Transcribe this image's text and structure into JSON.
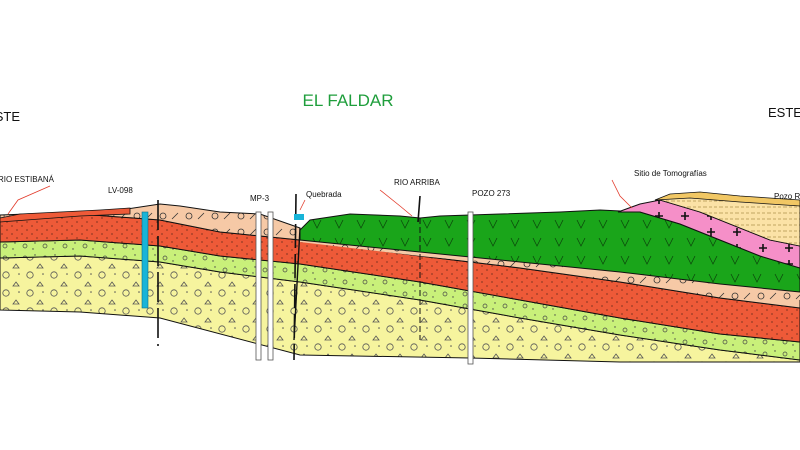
{
  "title": "EL FALDAR",
  "orientation": {
    "west": "OESTE",
    "east": "ESTE"
  },
  "labels": {
    "rio_estibana": "RIO ESTIBANÁ",
    "lv": "LV-098",
    "mp": "MP-3",
    "quebrada": "Quebrada",
    "rio_arriba": "RIO ARRIBA",
    "pozo_273": "POZO 273",
    "tomografias": "Sitio de Tomografías",
    "pozo_r": "Pozo R"
  },
  "colors": {
    "title": "#1f9e3c",
    "outline": "#111111",
    "leader": "#e23a2a",
    "blue_marker": "#18b4d8",
    "green_unit": "#1aa51a",
    "peach_unit": "#f6c9a6",
    "red_unit": "#ee5a38",
    "lightgreen_unit": "#c9f07a",
    "yellow_unit": "#f6f49e",
    "pink_unit": "#f58fc8",
    "gold_unit": "#f1c764",
    "cream_unit": "#fbe2a6"
  }
}
